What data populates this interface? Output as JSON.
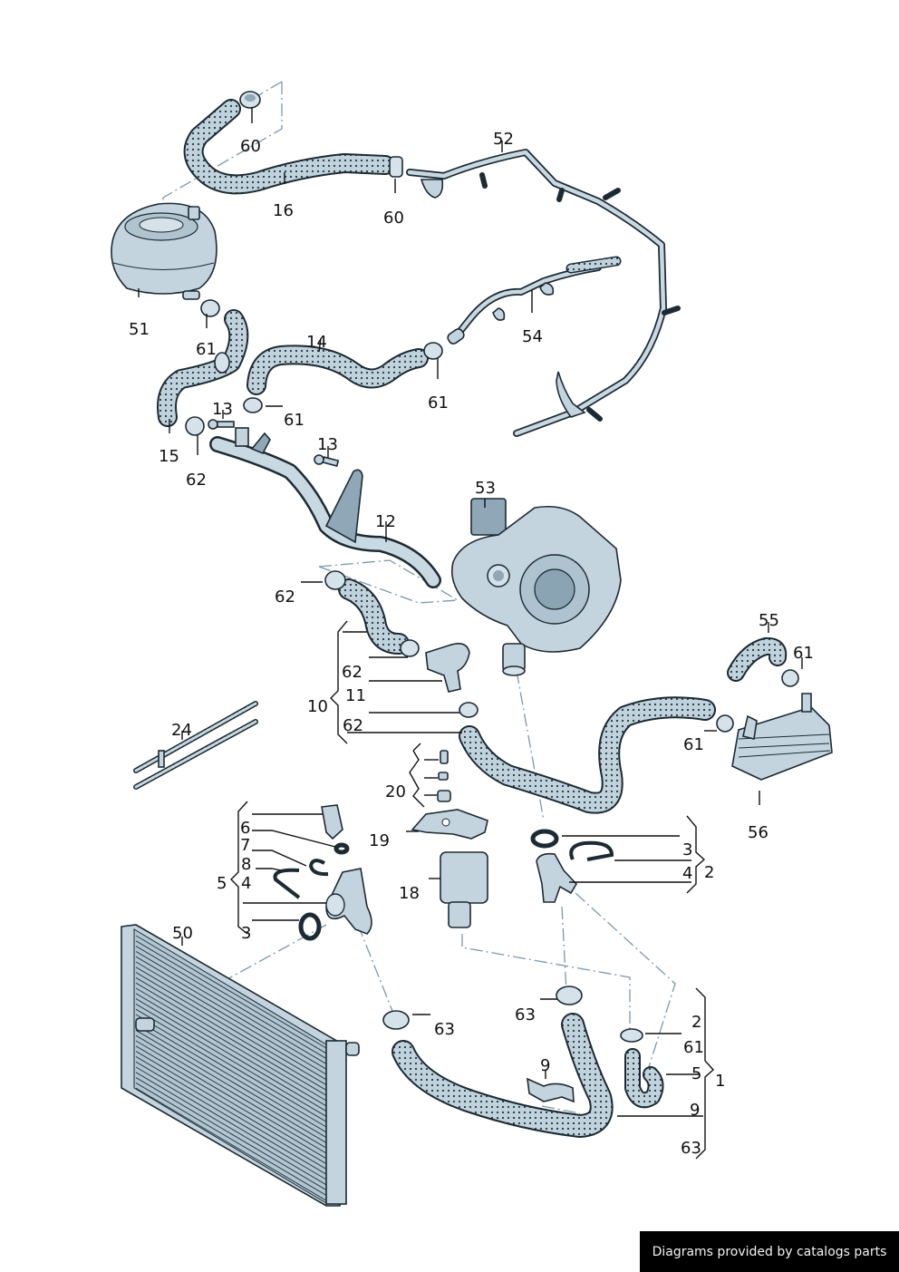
{
  "diagram": {
    "title": "Coolant system parts diagram",
    "callouts": [
      {
        "id": "c-60a",
        "text": "60"
      },
      {
        "id": "c-16",
        "text": "16"
      },
      {
        "id": "c-60b",
        "text": "60"
      },
      {
        "id": "c-52",
        "text": "52"
      },
      {
        "id": "c-51",
        "text": "51"
      },
      {
        "id": "c-61a",
        "text": "61"
      },
      {
        "id": "c-14",
        "text": "14"
      },
      {
        "id": "c-54",
        "text": "54"
      },
      {
        "id": "c-61b",
        "text": "61"
      },
      {
        "id": "c-13a",
        "text": "13"
      },
      {
        "id": "c-61c",
        "text": "61"
      },
      {
        "id": "c-15",
        "text": "15"
      },
      {
        "id": "c-62a",
        "text": "62"
      },
      {
        "id": "c-13b",
        "text": "13"
      },
      {
        "id": "c-53",
        "text": "53"
      },
      {
        "id": "c-12",
        "text": "12"
      },
      {
        "id": "c-62b",
        "text": "62"
      },
      {
        "id": "c-55",
        "text": "55"
      },
      {
        "id": "c-61d",
        "text": "61"
      },
      {
        "id": "c-62c",
        "text": "62"
      },
      {
        "id": "c-11",
        "text": "11"
      },
      {
        "id": "c-10",
        "text": "10"
      },
      {
        "id": "c-62d",
        "text": "62"
      },
      {
        "id": "c-24",
        "text": "24"
      },
      {
        "id": "c-61e",
        "text": "61"
      },
      {
        "id": "c-20",
        "text": "20"
      },
      {
        "id": "c-56",
        "text": "56"
      },
      {
        "id": "c-6",
        "text": "6"
      },
      {
        "id": "c-7",
        "text": "7"
      },
      {
        "id": "c-8",
        "text": "8"
      },
      {
        "id": "c-5a",
        "text": "5"
      },
      {
        "id": "c-4a",
        "text": "4"
      },
      {
        "id": "c-3a",
        "text": "3"
      },
      {
        "id": "c-19",
        "text": "19"
      },
      {
        "id": "c-18",
        "text": "18"
      },
      {
        "id": "c-3b",
        "text": "3"
      },
      {
        "id": "c-4b",
        "text": "4"
      },
      {
        "id": "c-2a",
        "text": "2"
      },
      {
        "id": "c-50",
        "text": "50"
      },
      {
        "id": "c-63a",
        "text": "63"
      },
      {
        "id": "c-63b",
        "text": "63"
      },
      {
        "id": "c-2b",
        "text": "2"
      },
      {
        "id": "c-61f",
        "text": "61"
      },
      {
        "id": "c-5b",
        "text": "5"
      },
      {
        "id": "c-1",
        "text": "1"
      },
      {
        "id": "c-9a",
        "text": "9"
      },
      {
        "id": "c-9b",
        "text": "9"
      },
      {
        "id": "c-63c",
        "text": "63"
      }
    ]
  },
  "footer": {
    "credit": "Diagrams provided by catalogs parts"
  }
}
